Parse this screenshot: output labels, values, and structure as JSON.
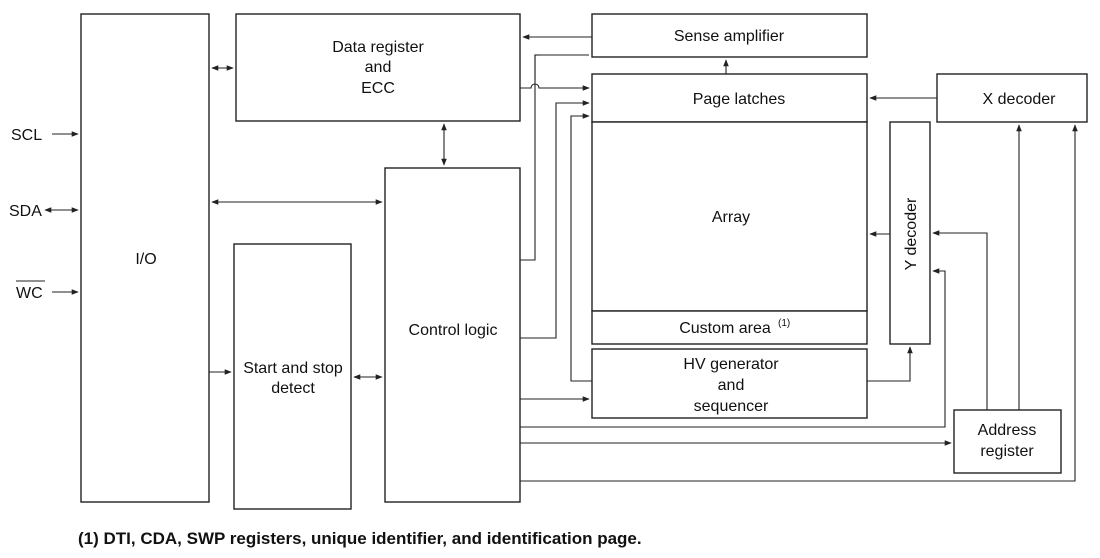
{
  "blocks": {
    "io": "I/O",
    "data_register": [
      "Data register",
      "and",
      "ECC"
    ],
    "sense_amplifier": "Sense amplifier",
    "page_latches": "Page latches",
    "x_decoder": "X decoder",
    "array": "Array",
    "custom_area": "Custom area",
    "custom_area_note_ref": "(1)",
    "y_decoder": "Y decoder",
    "control_logic": "Control logic",
    "start_stop": [
      "Start and stop",
      "detect"
    ],
    "hv_generator": [
      "HV generator",
      "and",
      "sequencer"
    ],
    "address_register": [
      "Address",
      "register"
    ]
  },
  "pins": {
    "scl": "SCL",
    "sda": "SDA",
    "wc": "WC"
  },
  "footnote": "(1) DTI, CDA, SWP registers, unique identifier, and identification page."
}
